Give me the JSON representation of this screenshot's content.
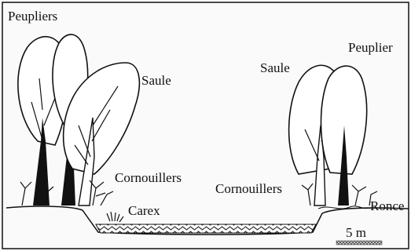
{
  "labels": {
    "peupliers": "Peupliers",
    "saule_left": "Saule",
    "cornouillers_left": "Cornouillers",
    "carex": "Carex",
    "saule_right": "Saule",
    "peuplier_right": "Peuplier",
    "cornouillers_right": "Cornouillers",
    "ronce": "Ronce",
    "scale": "5 m"
  },
  "colors": {
    "ink": "#111111",
    "paper": "#fafafa",
    "water_pattern": "#333333"
  }
}
